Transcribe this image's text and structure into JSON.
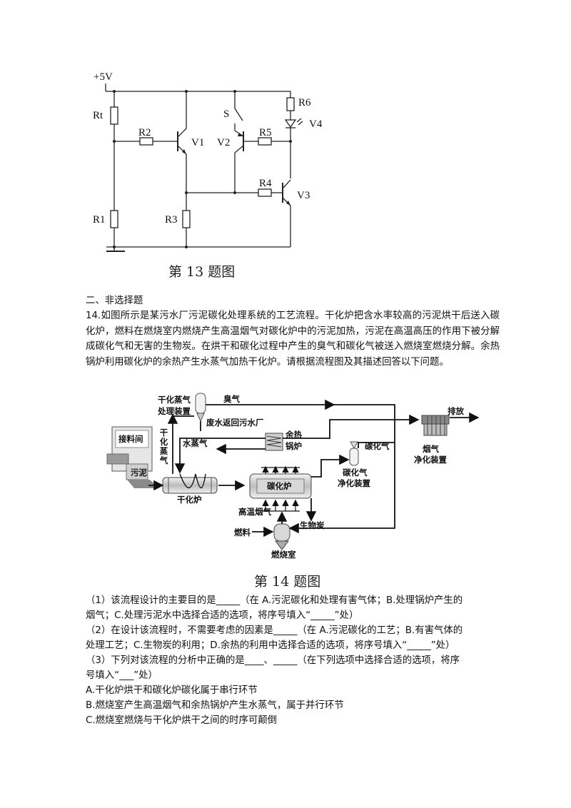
{
  "circuit": {
    "supply_label": "+5V",
    "labels": {
      "rt": "Rt",
      "r1": "R1",
      "r2": "R2",
      "r3": "R3",
      "r4": "R4",
      "r5": "R5",
      "r6": "R6",
      "v1": "V1",
      "v2": "V2",
      "v3": "V3",
      "v4": "V4",
      "s": "S"
    },
    "caption": "第 13 题图"
  },
  "section": {
    "heading": "二、非选择题",
    "question_number": "14.",
    "intro": "如图所示是某污水厂污泥碳化处理系统的工艺流程。干化炉把含水率较高的污泥烘干后送入碳化炉，燃料在燃烧室内燃烧产生高温烟气对碳化炉中的污泥加热，污泥在高温高压的作用下被分解成碳化气和无害的生物炭。在烘干和碳化过程中产生的臭气和碳化气被送入燃烧室燃烧分解。余热锅炉利用碳化炉的余热产生水蒸气加热干化炉。请根据流程图及其描述回答以下问题。"
  },
  "flow": {
    "labels": {
      "steam_device_1": "干化蒸气",
      "steam_device_2": "处理装置",
      "odor": "臭气",
      "wastewater": "废水返回污水厂",
      "discharge": "排放",
      "receiving": "接料间",
      "dry_steam": "干化蒸气",
      "water_vapor": "水蒸气",
      "boiler_1": "余热",
      "boiler_2": "锅炉",
      "carbon_gas": "碳化气",
      "flue_1": "烟气",
      "flue_2": "净化装置",
      "sludge": "污泥",
      "carbonizer": "碳化炉",
      "carbon_purify_1": "碳化气",
      "carbon_purify_2": "净化装置",
      "dryer": "干化炉",
      "hot_flue": "高温烟气",
      "biochar": "生物炭",
      "fuel": "燃料",
      "combustion": "燃烧室"
    },
    "caption": "第 14 题图"
  },
  "questions": {
    "q1_line1": "（1）该流程设计的主要目的是_____（在 A.污泥碳化和处理有害气体；B.处理锅炉产生的",
    "q1_line2": "烟气；C.处理污泥水中选择合适的选项，将序号填入“_____”处）",
    "q2_line1": "（2）在设计该流程时，不需要考虑的因素是_____（在 A.污泥碳化的工艺；B.有害气体的",
    "q2_line2": "处理工艺；C.生物炭的利用；D.余热的利用中选择合适的选项，将序号填入“_____”处）",
    "q3_line1": "（3）下列对该流程的分析中正确的是____、_____（在下列选项中选择合适的选项，将序",
    "q3_line2": "号填入“___”处）",
    "opt_a": "A.干化炉烘干和碳化炉碳化属于串行环节",
    "opt_b": "B.燃烧室产生高温烟气和余热锅炉产生水蒸气，属于并行环节",
    "opt_c": "C.燃烧室燃烧与干化炉烘干之间的时序可颠倒"
  }
}
